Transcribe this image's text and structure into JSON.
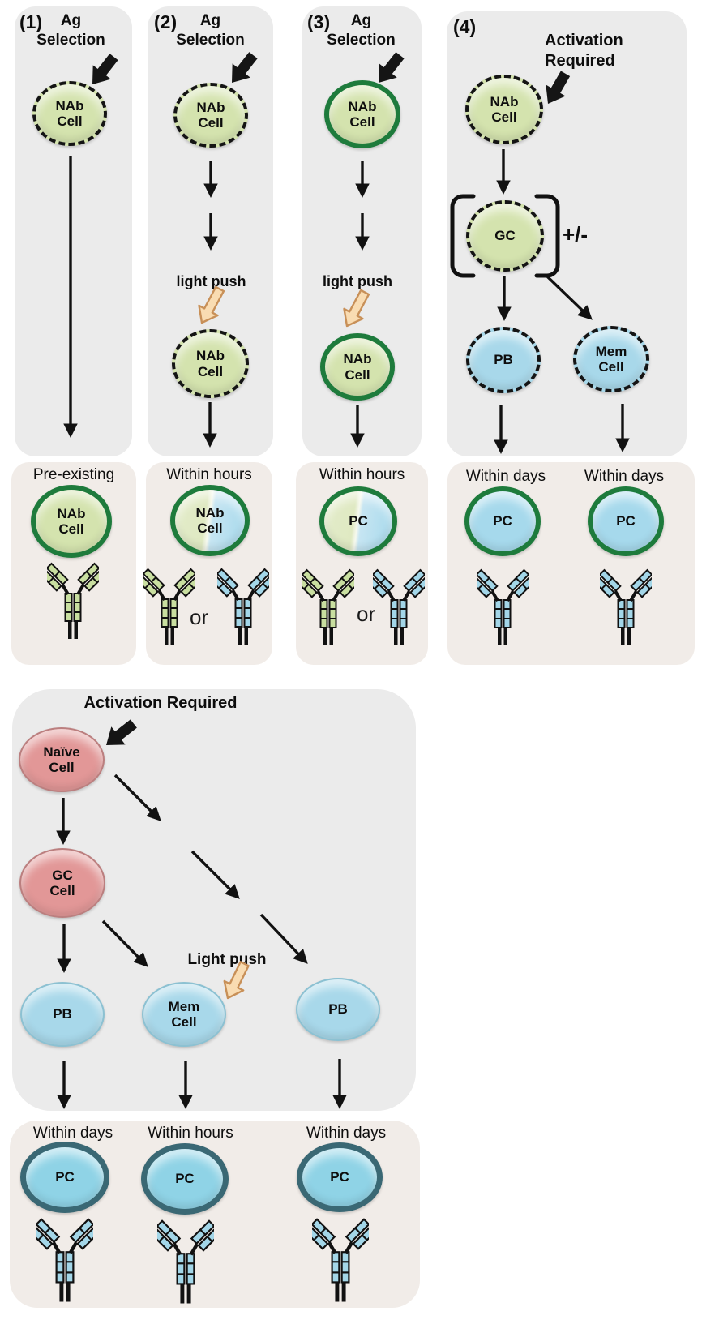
{
  "colors": {
    "cell_green": "#d4e3ae",
    "cell_green_border": "#1e7b3c",
    "cell_blue": "#a8d8ea",
    "cell_pink": "#e29797",
    "pc_teal_border": "#3a6874",
    "push_arrow_fill": "#f9dcb2",
    "panel_background": "#ebebeb",
    "result_background": "#f1ece8"
  },
  "panels": {
    "one": {
      "num": "(1)",
      "selection": "Ag\nSelection",
      "cell_top": "NAb\nCell",
      "result_title": "Pre-existing",
      "result_cell": "NAb\nCell"
    },
    "two": {
      "num": "(2)",
      "selection": "Ag\nSelection",
      "cell_top": "NAb\nCell",
      "push": "light push",
      "cell_mid": "NAb\nCell",
      "result_title": "Within hours",
      "result_cell": "NAb\nCell",
      "or_word": "or"
    },
    "three": {
      "num": "(3)",
      "selection": "Ag\nSelection",
      "cell_top": "NAb\nCell",
      "push": "light push",
      "cell_mid": "NAb\nCell",
      "result_title": "Within hours",
      "result_cell": "PC",
      "or_word": "or"
    },
    "four": {
      "num": "(4)",
      "activation": "Activation\nRequired",
      "cell_top": "NAb\nCell",
      "gc": "GC",
      "plus_minus": "+/-",
      "pb": "PB",
      "mem": "Mem\nCell",
      "result_title_left": "Within days",
      "result_title_right": "Within days",
      "pc_left": "PC",
      "pc_right": "PC"
    },
    "bottom": {
      "activation": "Activation Required",
      "naive": "Naïve\nCell",
      "gc": "GC\nCell",
      "push": "Light push",
      "pb_left": "PB",
      "mem": "Mem\nCell",
      "pb_right": "PB",
      "result_titles": [
        "Within days",
        "Within hours",
        "Within days"
      ],
      "pc_labels": [
        "PC",
        "PC",
        "PC"
      ]
    }
  }
}
